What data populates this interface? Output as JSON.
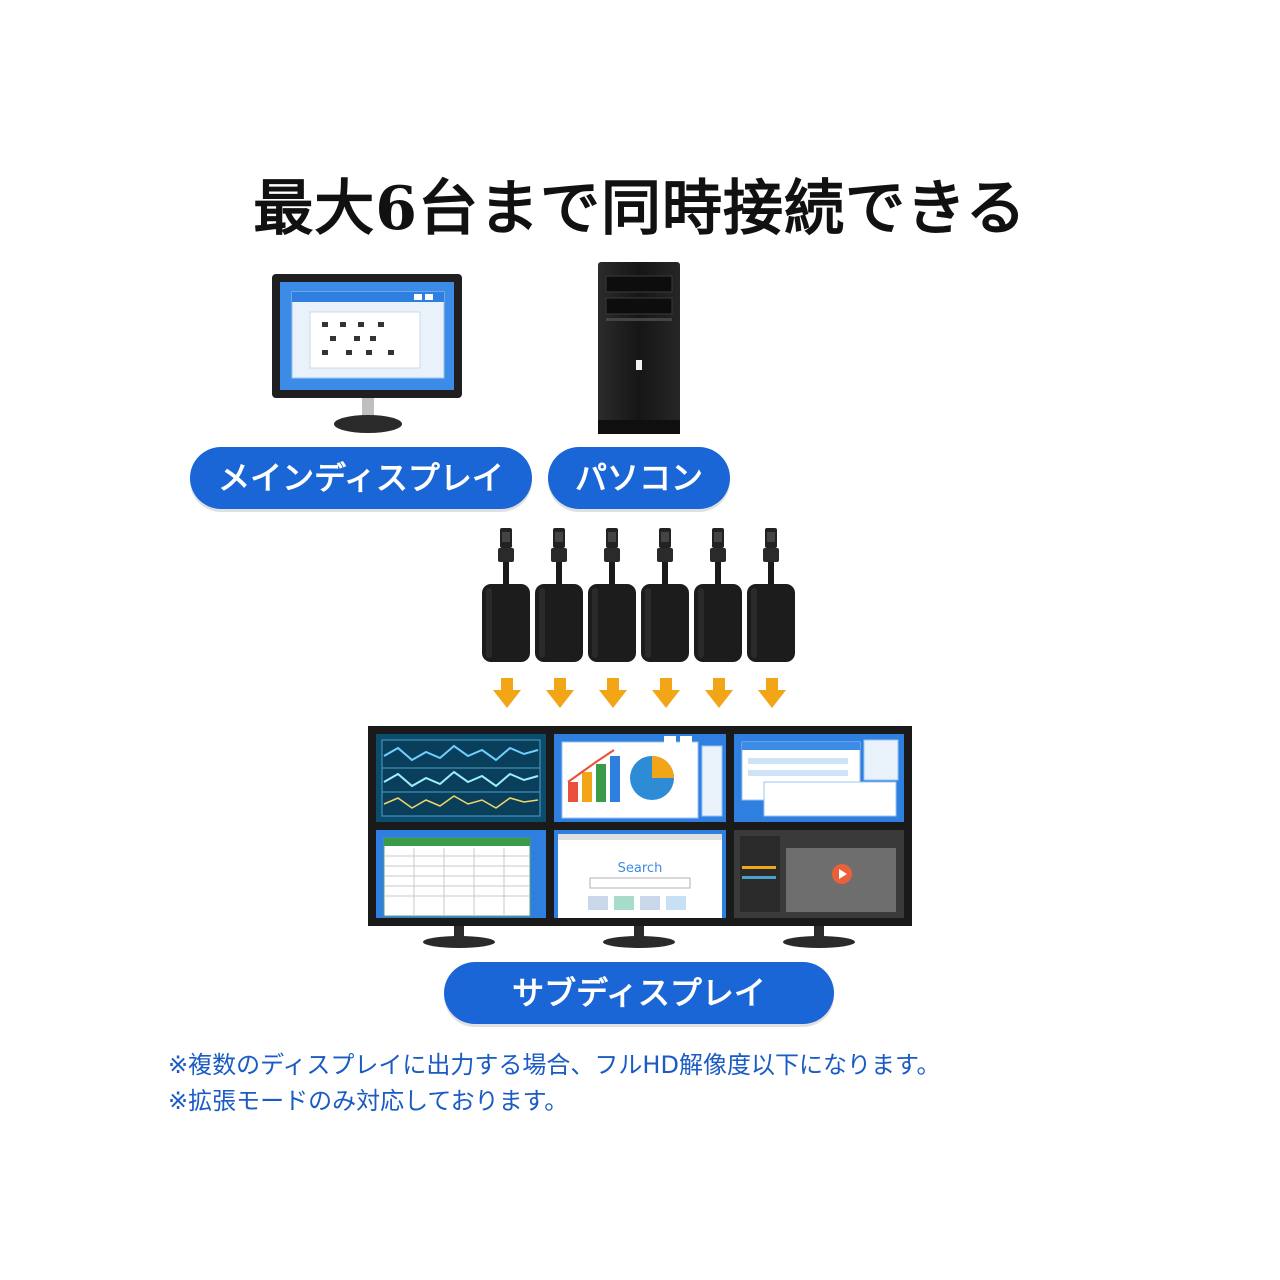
{
  "title": "最大6台まで同時接続できる",
  "labels": {
    "main_display": "メインディスプレイ",
    "pc": "パソコン",
    "sub_display": "サブディスプレイ"
  },
  "notes": [
    "※複数のディスプレイに出力する場合、フルHD解像度以下になります。",
    "※拡張モードのみ対応しております。"
  ],
  "screens": {
    "search_text": "Search"
  },
  "colors": {
    "accent": "#1a66d6",
    "note": "#1a5bc4",
    "arrow": "#f2a516",
    "device": "#1c1c1c",
    "screen_blue": "#2e7fe0"
  },
  "icons": [
    "monitor-icon",
    "pc-tower-icon",
    "hdmi-dongle-icon",
    "arrow-down-icon",
    "multi-monitor-icon"
  ]
}
